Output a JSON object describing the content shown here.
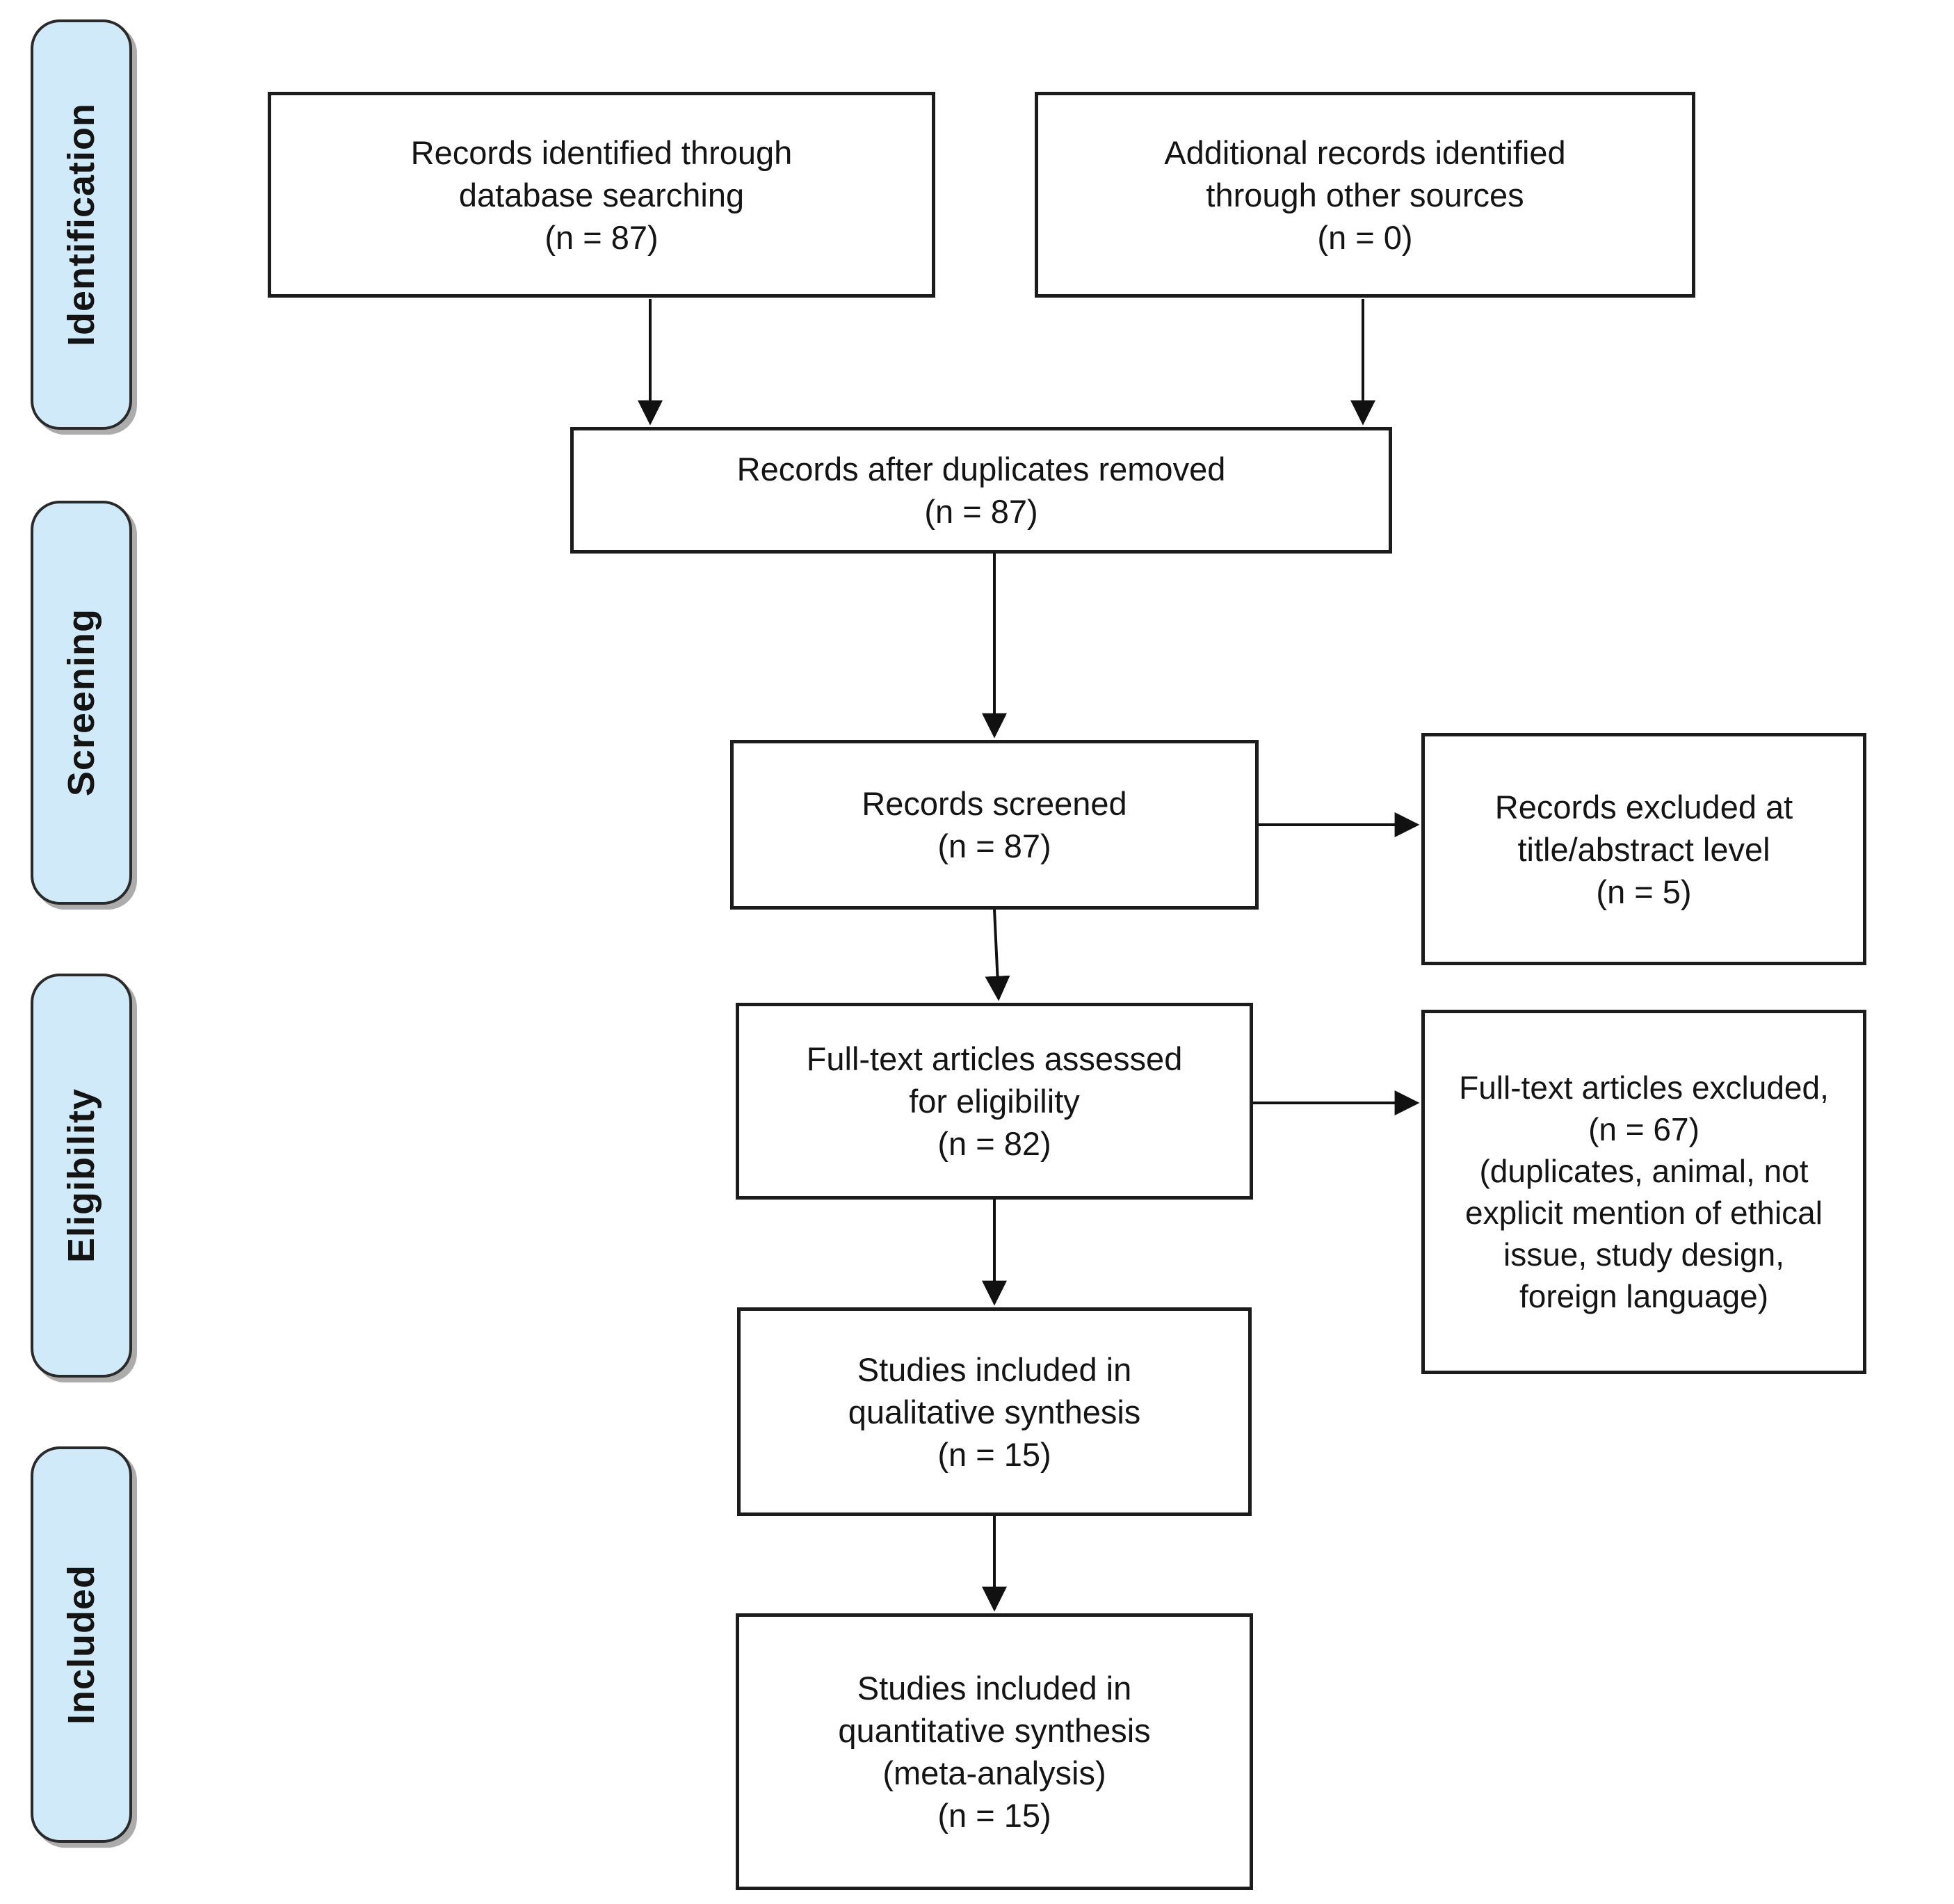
{
  "colors": {
    "stage_fill": "#d1eaf9",
    "stage_border": "#2a2a2a",
    "box_border": "#1c1c1c",
    "box_fill": "#ffffff",
    "arrow": "#111111",
    "bg": "#ffffff"
  },
  "stages": [
    {
      "label": "Identification"
    },
    {
      "label": "Screening"
    },
    {
      "label": "Eligibility"
    },
    {
      "label": "Included"
    }
  ],
  "boxes": {
    "identified": {
      "lines": [
        "Records identified through",
        "database searching",
        "(n = 87)"
      ]
    },
    "additional": {
      "lines": [
        "Additional records identified",
        "through other sources",
        "(n = 0)"
      ]
    },
    "deduplicated": {
      "lines": [
        "Records after duplicates removed",
        "(n = 87)"
      ]
    },
    "screened": {
      "lines": [
        "Records screened",
        "(n = 87)"
      ]
    },
    "excluded_screening": {
      "lines": [
        "Records excluded at",
        "title/abstract level",
        "(n = 5)"
      ]
    },
    "fulltext_assessed": {
      "lines": [
        "Full-text articles assessed",
        "for eligibility",
        "(n = 82)"
      ]
    },
    "fulltext_excluded": {
      "lines": [
        "Full-text articles excluded,",
        "(n = 67)",
        "(duplicates, animal, not",
        "explicit mention of ethical",
        "issue, study design,",
        "foreign language)"
      ]
    },
    "qualitative": {
      "lines": [
        "Studies included in",
        "qualitative synthesis",
        "(n = 15)"
      ]
    },
    "quantitative": {
      "lines": [
        "Studies included in",
        "quantitative synthesis",
        "(meta-analysis)",
        "(n = 15)"
      ]
    }
  }
}
